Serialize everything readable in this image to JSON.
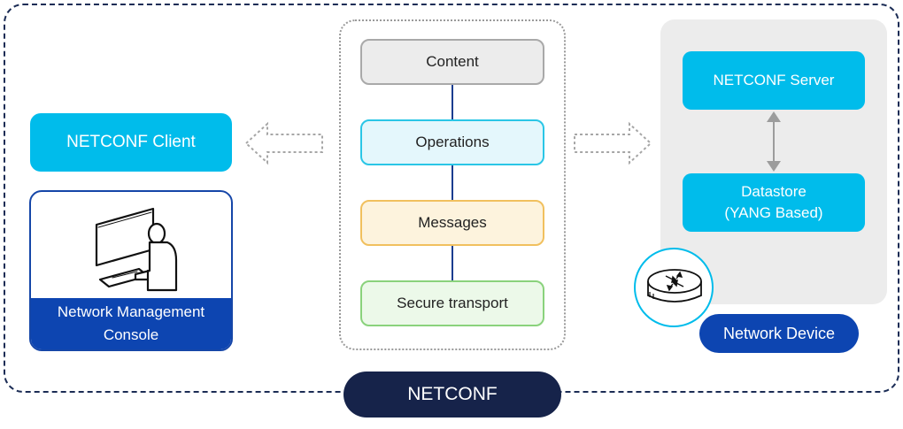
{
  "diagram": {
    "protocol_label": "NETCONF",
    "layers": [
      {
        "label": "Content"
      },
      {
        "label": "Operations"
      },
      {
        "label": "Messages"
      },
      {
        "label": "Secure transport"
      }
    ],
    "client": {
      "label": "NETCONF Client",
      "console_label_line1": "Network Management",
      "console_label_line2": "Console"
    },
    "device": {
      "server_label": "NETCONF Server",
      "datastore_line1": "Datastore",
      "datastore_line2": "(YANG Based)",
      "device_label": "Network Device"
    },
    "colors": {
      "navy": "#16234a",
      "cyan": "#00bceb",
      "blue": "#0d45b1"
    },
    "icons": [
      "hollow-arrow-left-icon",
      "hollow-arrow-right-icon",
      "double-arrow-icon",
      "operator-at-computer-icon",
      "router-icon"
    ]
  }
}
